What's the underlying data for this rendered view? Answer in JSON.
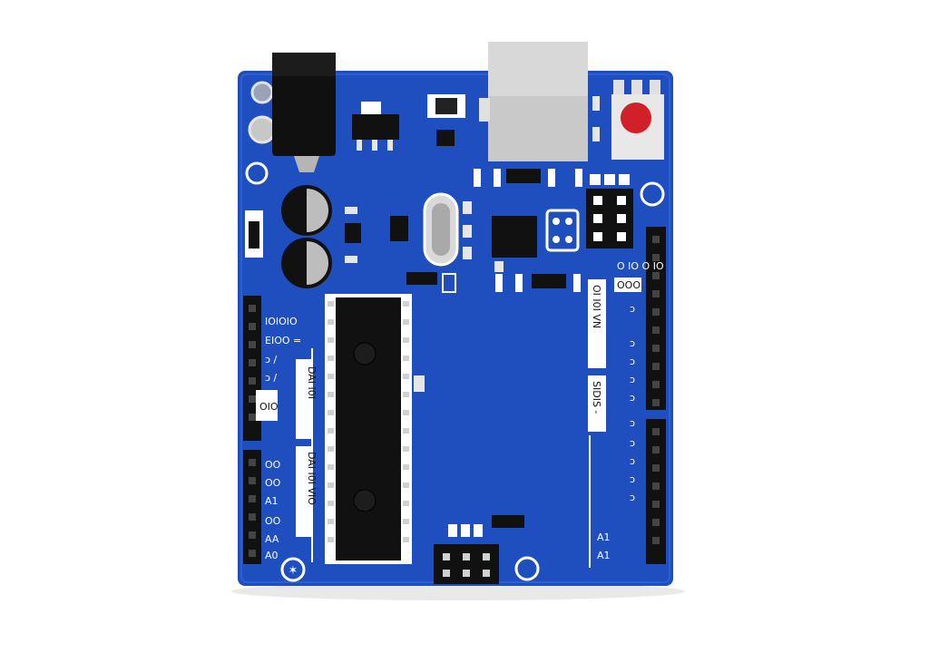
{
  "scene": {
    "subject": "arduino-style-board",
    "background_color": "#ffffff",
    "board_color": "#1f4fbf",
    "header_color": "#111111",
    "usb_color": "#c9c9c9",
    "reset_button_color": "#d0202a"
  },
  "silkscreen": {
    "left_column": [
      "IOIOIO",
      "EIOO =",
      "ɔ /",
      "ɔ /",
      "OIO",
      "OO",
      "OO",
      "A1",
      "OO",
      "AA",
      "A0"
    ],
    "left_vertical_1": "DAI I0I",
    "left_vertical_2": "DAI I0I VIO",
    "right_top": [
      "O IO O IO",
      "OOO"
    ],
    "right_column": [
      "ɔ",
      "ɔ",
      "ɔ",
      "ɔ",
      "ɔ",
      "ɔ",
      "ɔ",
      "ɔ",
      "ɔ",
      "ɔ",
      "A1",
      "A1"
    ],
    "right_vertical_1": "OI I0I VN",
    "right_vertical_2": "SIDIS -"
  }
}
